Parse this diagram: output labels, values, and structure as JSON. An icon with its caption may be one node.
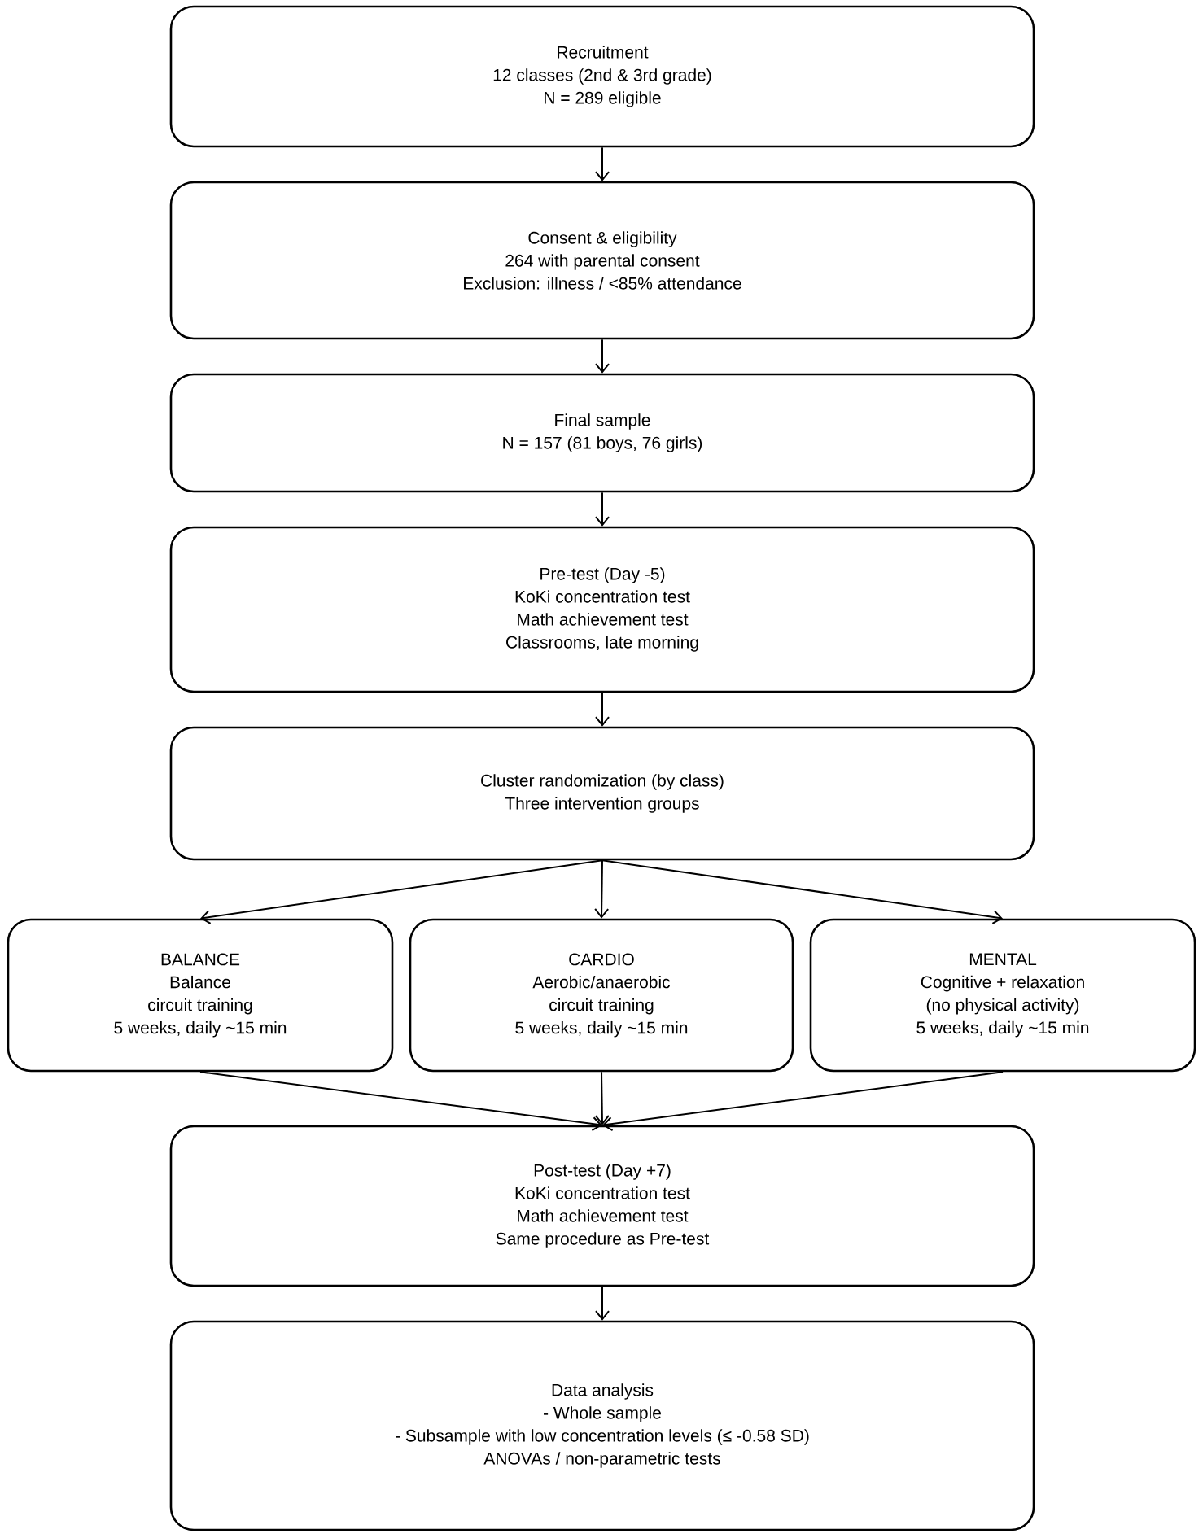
{
  "diagram": {
    "nodes": [
      {
        "text": [
          "Recruitment",
          "12 classes (2nd & 3rd grade)",
          "N = 289 eligible"
        ]
      },
      {
        "text": [
          "Consent & eligibility",
          "264 with parental consent",
          "Exclusion: illness / <85% attendance"
        ]
      },
      {
        "text": [
          "Final sample",
          "N = 157 (81 boys, 76 girls)"
        ]
      },
      {
        "text": [
          "Pre-test (Day -5)",
          "KoKi concentration test",
          "Math achievement test",
          "Classrooms, late morning"
        ]
      },
      {
        "text": [
          "Cluster randomization (by class)",
          "Three intervention groups"
        ]
      },
      {
        "text": [
          "BALANCE",
          "Balance",
          "circuit training",
          "5 weeks, daily ~15 min"
        ]
      },
      {
        "text": [
          "CARDIO",
          "Aerobic/anaerobic",
          "circuit training",
          "5 weeks, daily ~15 min"
        ]
      },
      {
        "text": [
          "MENTAL",
          "Cognitive + relaxation",
          "(no physical activity)",
          "5 weeks, daily ~15 min"
        ]
      },
      {
        "text": [
          "Post-test (Day +7)",
          "KoKi concentration test",
          "Math achievement test",
          "Same procedure as Pre-test"
        ]
      },
      {
        "text": [
          "Data analysis",
          "- Whole sample",
          "- Subsample with low concentration levels (≤ -0.58 SD)",
          "ANOVAs / non-parametric tests"
        ]
      }
    ],
    "edges": [
      {
        "from": 0,
        "to": 1,
        "arrow": "to"
      },
      {
        "from": 1,
        "to": 2,
        "arrow": "to"
      },
      {
        "from": 2,
        "to": 3,
        "arrow": "to"
      },
      {
        "from": 3,
        "to": 4,
        "arrow": "to"
      },
      {
        "from": 4,
        "to": 5,
        "arrow": "to"
      },
      {
        "from": 4,
        "to": 6,
        "arrow": "to"
      },
      {
        "from": 4,
        "to": 7,
        "arrow": "to"
      },
      {
        "from": 5,
        "to": 8,
        "arrow": "to"
      },
      {
        "from": 6,
        "to": 8,
        "arrow": "to"
      },
      {
        "from": 7,
        "to": 8,
        "arrow": "to"
      },
      {
        "from": 8,
        "to": 9,
        "arrow": "to"
      }
    ]
  }
}
